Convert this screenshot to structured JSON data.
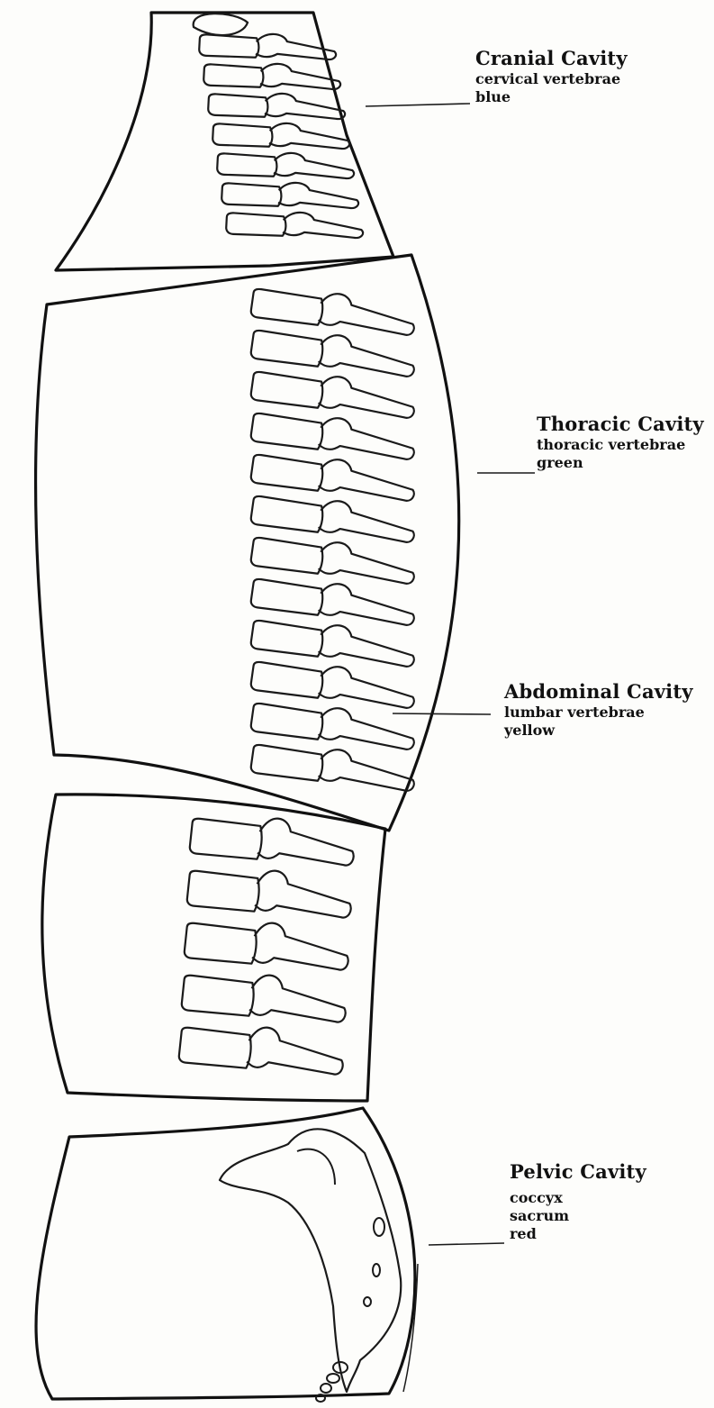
{
  "sections": [
    {
      "id": "cranial",
      "title": "Cranial Cavity",
      "lines": [
        "cervical vertebrae",
        "blue"
      ]
    },
    {
      "id": "thoracic",
      "title": "Thoracic Cavity",
      "lines": [
        "thoracic vertebrae",
        "green"
      ]
    },
    {
      "id": "abdominal",
      "title": "Abdominal Cavity",
      "lines": [
        "lumbar vertebrae",
        "yellow"
      ]
    },
    {
      "id": "pelvic",
      "title": "Pelvic Cavity",
      "lines": [
        "coccyx",
        "sacrum",
        "red"
      ]
    }
  ],
  "vertebra_counts": {
    "cervical": 7,
    "thoracic": 12,
    "lumbar": 5
  }
}
